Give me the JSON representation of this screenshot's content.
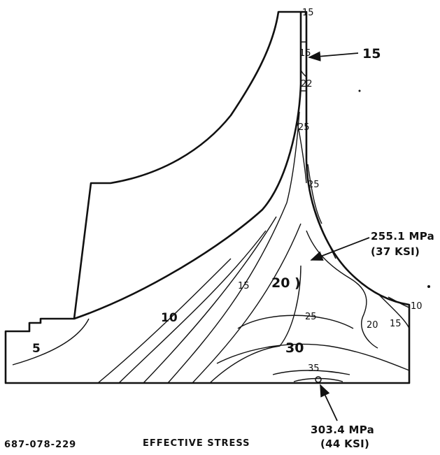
{
  "contour_labels": {
    "top": "15",
    "upper": "15",
    "c22": "22",
    "c25a": "25",
    "c25b": "25",
    "l5": "5",
    "l10": "10",
    "l15": "15",
    "l20": "20 )",
    "l25": "25",
    "l30": "30",
    "l35": "35",
    "r20": "20",
    "r15": "15",
    "r10": "10"
  },
  "callouts": {
    "top_value": "15",
    "mid_mpa": "255.1 MPa",
    "mid_ksi": "(37 KSI)",
    "bottom_mpa": "303.4 MPa",
    "bottom_ksi": "(44 KSI)"
  },
  "footer": {
    "id": "687-078-229",
    "title": "EFFECTIVE STRESS"
  }
}
